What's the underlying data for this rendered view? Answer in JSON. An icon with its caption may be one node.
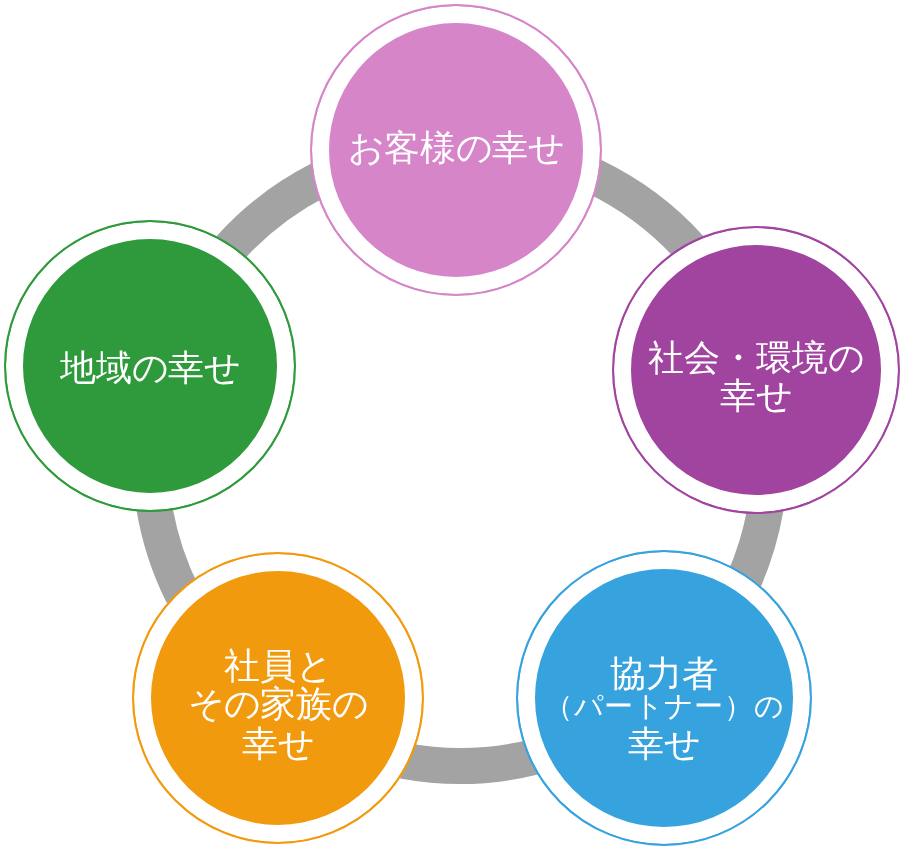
{
  "diagram": {
    "nodes": [
      {
        "text": [
          "お客様の幸せ"
        ]
      },
      {
        "text": [
          "地域の幸せ"
        ]
      },
      {
        "text": [
          "社会・環境の幸せ"
        ]
      },
      {
        "text": [
          "社員とその家族の幸せ"
        ]
      },
      {
        "text": [
          "協力者（パートナー）の幸せ"
        ]
      }
    ],
    "edges": [
      {
        "from": 0,
        "to": 2,
        "arrow": "none"
      },
      {
        "from": 2,
        "to": 4,
        "arrow": "none"
      },
      {
        "from": 4,
        "to": 3,
        "arrow": "none"
      },
      {
        "from": 3,
        "to": 1,
        "arrow": "none"
      },
      {
        "from": 1,
        "to": 0,
        "arrow": "none"
      }
    ]
  }
}
